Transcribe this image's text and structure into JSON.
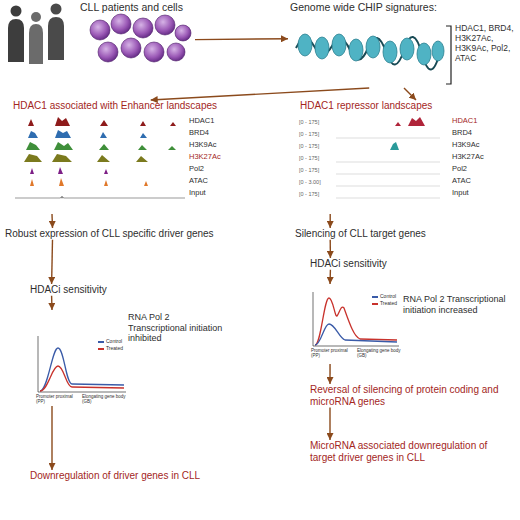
{
  "diagram": {
    "nodes": [
      {
        "text": [
          "CLL patients and cells"
        ]
      },
      {
        "text": [
          "Genome wide CHIP signatures:",
          "HDAC1, BRD4, H3K27Ac, H3K9Ac, Pol2, ATAC"
        ]
      },
      {
        "text": [
          "HDAC1 associated with Enhancer landscapes"
        ]
      },
      {
        "text": [
          "HDAC1 repressor landscapes"
        ]
      },
      {
        "text": [
          "Robust expression of CLL specific driver genes"
        ]
      },
      {
        "text": [
          "Silencing of CLL target genes"
        ]
      },
      {
        "text": [
          "HDACi sensitivity"
        ]
      },
      {
        "text": [
          "HDACi sensitivity"
        ]
      },
      {
        "text": [
          "RNA Pol 2 Transcriptional initiation inhibited"
        ]
      },
      {
        "text": [
          "RNA Pol 2 Transcriptional initiation increased"
        ]
      },
      {
        "text": [
          "Downregulation of driver genes in CLL"
        ]
      },
      {
        "text": [
          "Reversal of silencing of protein coding and microRNA genes"
        ]
      },
      {
        "text": [
          "MicroRNA associated downregulation of target driver genes in CLL"
        ]
      }
    ],
    "edges": [
      {
        "from": 0,
        "to": 1,
        "arrow": "to"
      },
      {
        "from": 1,
        "to": 2,
        "arrow": "to"
      },
      {
        "from": 1,
        "to": 3,
        "arrow": "to"
      },
      {
        "from": 2,
        "to": 4,
        "arrow": "to"
      },
      {
        "from": 3,
        "to": 5,
        "arrow": "to"
      },
      {
        "from": 4,
        "to": 6,
        "arrow": "to"
      },
      {
        "from": 5,
        "to": 7,
        "arrow": "to"
      },
      {
        "from": 6,
        "to": 8,
        "arrow": "to"
      },
      {
        "from": 7,
        "to": 9,
        "arrow": "to"
      },
      {
        "from": 8,
        "to": 10,
        "arrow": "to"
      },
      {
        "from": 9,
        "to": 11,
        "arrow": "to"
      },
      {
        "from": 11,
        "to": 12,
        "arrow": "to"
      }
    ],
    "labels": [
      "HDAC1",
      "BRD4",
      "H3K9Ac",
      "H3K27Ac",
      "Pol2",
      "ATAC",
      "Input",
      "HDAC1",
      "BRD4",
      "H3K9Ac",
      "H3K27Ac",
      "Pol2",
      "ATAC",
      "Input",
      "[0 - 175]",
      "[0 - 175]",
      "[0 - 175]",
      "[0 - 175]",
      "[0 - 175]",
      "[0 - 3.00]",
      "[0 - 175]",
      "Promoter proximal (PP)",
      "Elongating gene body (GB)",
      "Promoter proximal (PP)",
      "Elongating gene body (GB)"
    ],
    "legend": [
      {
        "text": "Control",
        "color": "#3a5ba8"
      },
      {
        "text": "Treated",
        "color": "#c8322c"
      },
      {
        "text": "Control",
        "color": "#3a5ba8"
      },
      {
        "text": "Treated",
        "color": "#c8322c"
      }
    ]
  }
}
